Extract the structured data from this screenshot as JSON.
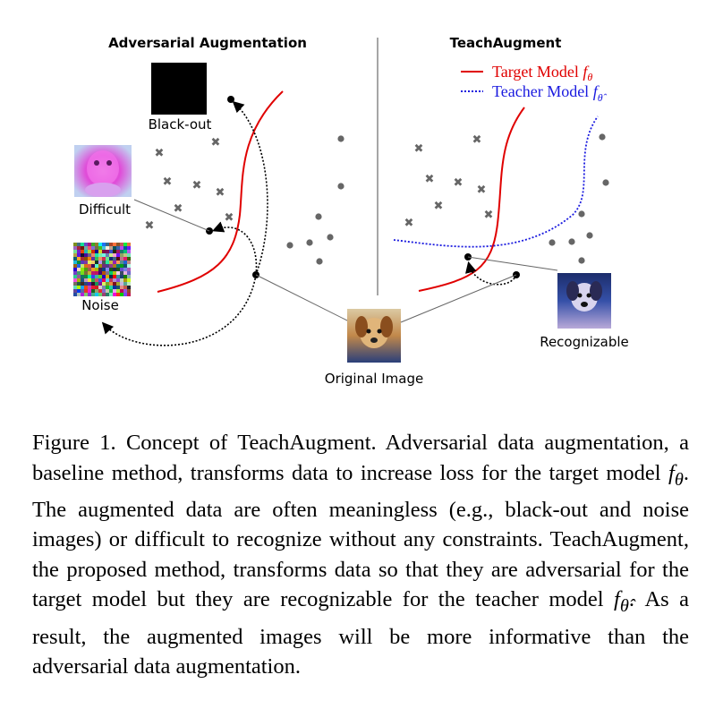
{
  "figure": {
    "left_title": "Adversarial Augmentation",
    "right_title": "TeachAugment",
    "legend": {
      "target_label": "Target Model ",
      "target_symbol": "f",
      "target_subscript": "θ",
      "target_color": "#e00000",
      "teacher_label": "Teacher Model ",
      "teacher_symbol": "f",
      "teacher_subscript": "θ̂",
      "teacher_color": "#1a1adf"
    },
    "labels": {
      "blackout": "Black-out",
      "difficult": "Difficult",
      "noise": "Noise",
      "original": "Original Image",
      "recognizable": "Recognizable"
    },
    "images": {
      "blackout": "black square thumbnail",
      "difficult": "pink-magenta distorted dog thumbnail",
      "noise": "random colored noise thumbnail",
      "original": "photo of a small dog",
      "recognizable": "bluish tinted dog thumbnail"
    },
    "markers": {
      "cross": "✖",
      "dot": "●"
    }
  },
  "caption": {
    "prefix": "Figure 1.  Concept of TeachAugment. Adversarial data augmentation, a baseline method, transforms data to increase loss for the target model ",
    "f1": "f",
    "sub1": "θ",
    "mid": ". The augmented data are often meaningless (e.g., black-out and noise images) or difficult to recognize without any constraints. TeachAugment, the proposed method, transforms data so that they are adversarial for the target model but they are recognizable for the teacher model ",
    "f2": "f",
    "sub2": "θ̂",
    "suffix": ".  As a result, the augmented images will be more informative than the adversarial data augmentation."
  }
}
